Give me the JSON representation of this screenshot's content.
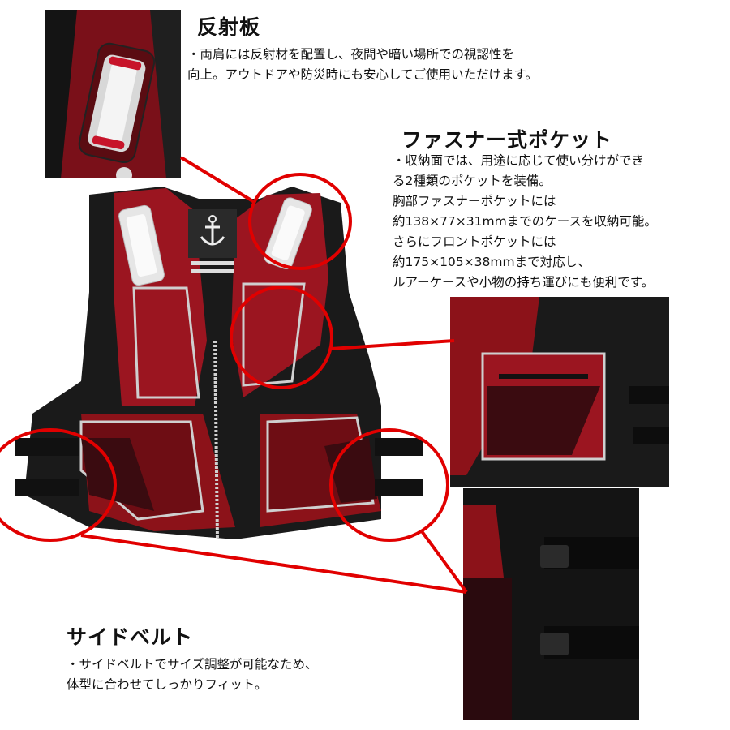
{
  "sections": {
    "reflector": {
      "title": "反射板",
      "description": "・両肩には反射材を配置し、夜間や暗い場所での視認性を\n向上。アウトドアや防災時にも安心してご使用いただけます。"
    },
    "pocket": {
      "title": "ファスナー式ポケット",
      "description": "・収納面では、用途に応じて使い分けができ\nる2種類のポケットを装備。\n胸部ファスナーポケットには\n約138×77×31mmまでのケースを収納可能。\nさらにフロントポケットには\n約175×105×38mmまで対応し、\nルアーケースや小物の持ち運びにも便利です。"
    },
    "belt": {
      "title": "サイドベルト",
      "description": "・サイドベルトでサイズ調整が可能なため、\n体型に合わせてしっかりフィット。"
    }
  },
  "colors": {
    "vest_red": "#9b1520",
    "vest_black": "#1a1a1a",
    "highlight_circle": "#e10000",
    "mesh": "#3a0b10"
  },
  "icons": {
    "anchor": "anchor-icon"
  }
}
